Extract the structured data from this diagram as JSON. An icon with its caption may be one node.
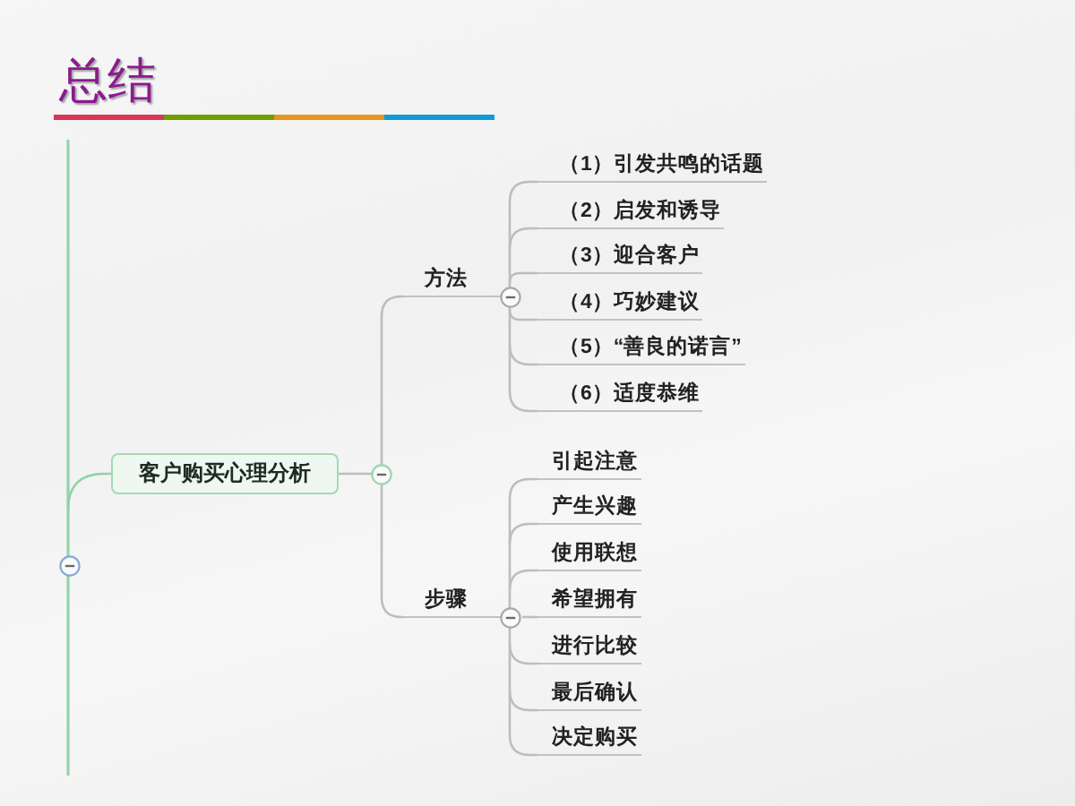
{
  "diagram": {
    "title": "总结",
    "nodes": [
      {
        "text": [
          "客户购买心理分析"
        ]
      },
      {
        "text": [
          "方法"
        ]
      },
      {
        "text": [
          "（1）引发共鸣的话题"
        ]
      },
      {
        "text": [
          "（2）启发和诱导"
        ]
      },
      {
        "text": [
          "（3）迎合客户"
        ]
      },
      {
        "text": [
          "（4）巧妙建议"
        ]
      },
      {
        "text": [
          "（5）“善良的诺言”"
        ]
      },
      {
        "text": [
          "（6）适度恭维"
        ]
      },
      {
        "text": [
          "步骤"
        ]
      },
      {
        "text": [
          "引起注意"
        ]
      },
      {
        "text": [
          "产生兴趣"
        ]
      },
      {
        "text": [
          "使用联想"
        ]
      },
      {
        "text": [
          "希望拥有"
        ]
      },
      {
        "text": [
          "进行比较"
        ]
      },
      {
        "text": [
          "最后确认"
        ]
      },
      {
        "text": [
          "决定购买"
        ]
      }
    ],
    "edges": [
      {
        "from": null,
        "to": 0,
        "arrow": "none",
        "color": "#8fd3a6"
      },
      {
        "from": 0,
        "to": 1,
        "arrow": "none"
      },
      {
        "from": 1,
        "to": 2,
        "arrow": "none"
      },
      {
        "from": 1,
        "to": 3,
        "arrow": "none"
      },
      {
        "from": 1,
        "to": 4,
        "arrow": "none"
      },
      {
        "from": 1,
        "to": 5,
        "arrow": "none"
      },
      {
        "from": 1,
        "to": 6,
        "arrow": "none"
      },
      {
        "from": 1,
        "to": 7,
        "arrow": "none"
      },
      {
        "from": 0,
        "to": 8,
        "arrow": "none"
      },
      {
        "from": 8,
        "to": 9,
        "arrow": "none"
      },
      {
        "from": 8,
        "to": 10,
        "arrow": "none"
      },
      {
        "from": 8,
        "to": 11,
        "arrow": "none"
      },
      {
        "from": 8,
        "to": 12,
        "arrow": "none"
      },
      {
        "from": 8,
        "to": 13,
        "arrow": "none"
      },
      {
        "from": 8,
        "to": 14,
        "arrow": "none"
      },
      {
        "from": 8,
        "to": 15,
        "arrow": "none"
      }
    ]
  }
}
